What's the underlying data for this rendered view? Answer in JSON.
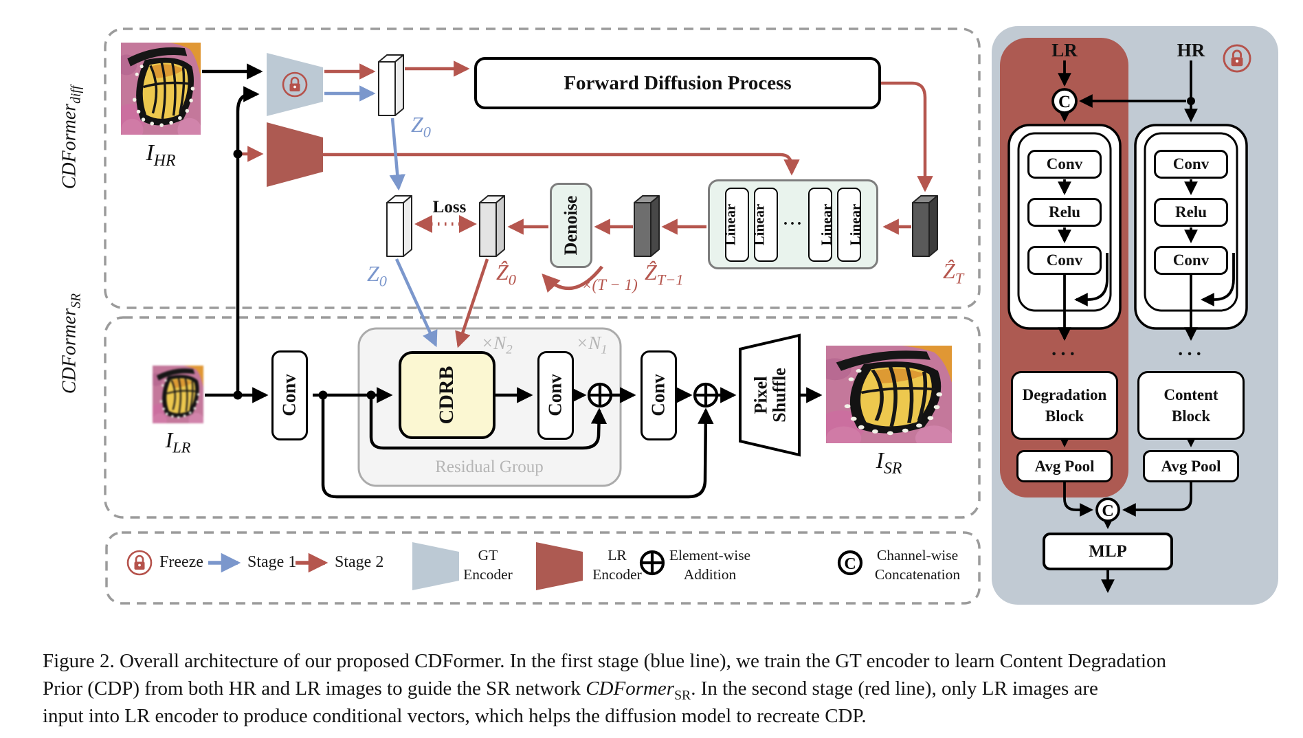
{
  "side_labels": {
    "diff": {
      "base": "CDFormer",
      "sub": "diff"
    },
    "sr": {
      "base": "CDFormer",
      "sub": "SR"
    }
  },
  "images": {
    "hr_label": {
      "base": "I",
      "sub": "HR"
    },
    "lr_label": {
      "base": "I",
      "sub": "LR"
    },
    "sr_label": {
      "base": "I",
      "sub": "SR"
    }
  },
  "diffusion": {
    "fdp": "Forward Diffusion Process",
    "z0_top": {
      "base": "Z",
      "sub": "0"
    },
    "z0_bottom": {
      "base": "Z",
      "sub": "0"
    },
    "z0_hat": {
      "base": "Ẑ",
      "sub": "0"
    },
    "zt_hat": {
      "base": "Ẑ",
      "sub": "T"
    },
    "zt1_hat": {
      "base": "Ẑ",
      "sub": "T−1"
    },
    "loss": "Loss",
    "denoise": "Denoise",
    "linear_labels": [
      "Linear",
      "Linear",
      "Linear",
      "Linear"
    ],
    "linear_dots": "···",
    "repeat": "×(T − 1)"
  },
  "sr_network": {
    "conv1": "Conv",
    "conv2": "Conv",
    "conv3": "Conv",
    "cdrb": "CDRB",
    "n2": {
      "base": "×N",
      "sub": "2"
    },
    "n1": {
      "base": "×N",
      "sub": "1"
    },
    "residual_group": "Residual Group",
    "pixel_shuffle_line1": "Pixel",
    "pixel_shuffle_line2": "Shuffle"
  },
  "legend": {
    "freeze": "Freeze",
    "stage1": "Stage 1",
    "stage2": "Stage 2",
    "gt_encoder_line1": "GT",
    "gt_encoder_line2": "Encoder",
    "lr_encoder_line1": "LR",
    "lr_encoder_line2": "Encoder",
    "addition_line1": "Element-wise",
    "addition_line2": "Addition",
    "concat_line1": "Channel-wise",
    "concat_line2": "Concatenation",
    "concat_symbol": "C"
  },
  "cdp_module": {
    "lr_header": "LR",
    "hr_header": "HR",
    "concat_top": "C",
    "concat_bottom": "C",
    "lr_stack": [
      "Conv",
      "Relu",
      "Conv"
    ],
    "hr_stack": [
      "Conv",
      "Relu",
      "Conv"
    ],
    "lr_dots": "···",
    "hr_dots": "···",
    "degradation_line1": "Degradation",
    "degradation_line2": "Block",
    "content_line1": "Content",
    "content_line2": "Block",
    "avg_pool_lr": "Avg Pool",
    "avg_pool_hr": "Avg Pool",
    "mlp": "MLP"
  },
  "caption": {
    "line1": "Figure 2. Overall architecture of our proposed CDFormer. In the first stage (blue line), we train the GT encoder to learn Content Degradation",
    "line2_pre": "Prior (CDP) from both HR and LR images to guide the SR network ",
    "line2_math_base": "CDFormer",
    "line2_math_sub": "SR",
    "line2_post": ".  In the second stage (red line), only LR images are",
    "line3": "input into LR encoder to produce conditional vectors, which helps the diffusion model to recreate CDP."
  },
  "colors": {
    "stage1_blue": "#7b97cc",
    "stage2_red": "#b5564e",
    "encoder_gray_blue": "#bcc9d4",
    "encoder_red": "#ad5a52",
    "panel_bg": "#c1cad3",
    "red_region": "#ad5a52",
    "green_box": "#e9f3ed",
    "cdrb_yellow": "#fbf7d2",
    "dashed_border": "#9b9b9b"
  }
}
